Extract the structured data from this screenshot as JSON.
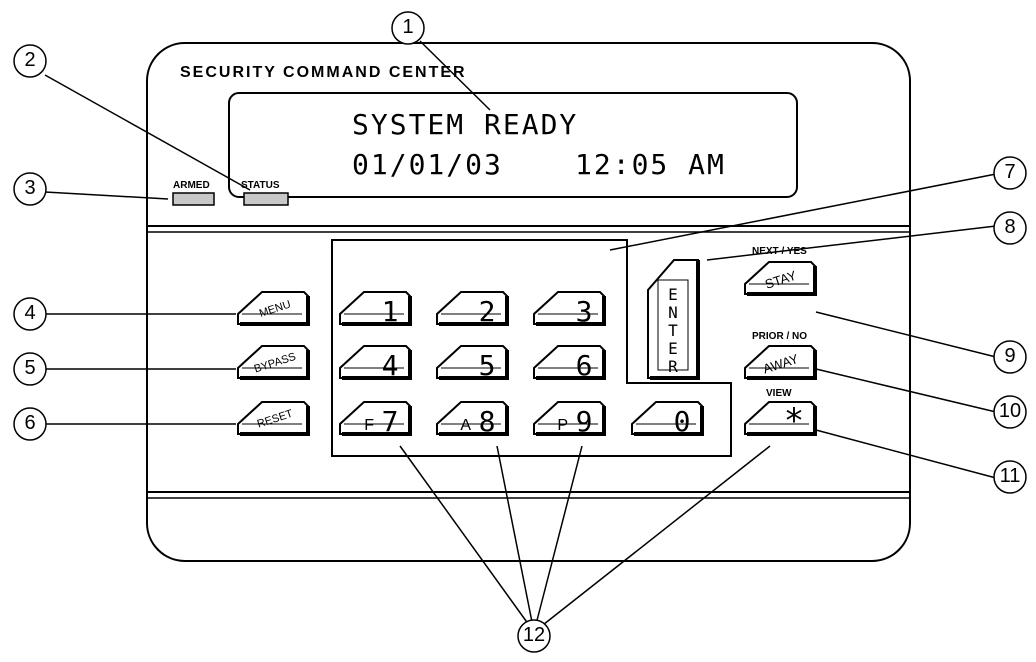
{
  "brand": "SECURITY COMMAND CENTER",
  "display": {
    "line1": "SYSTEM READY",
    "line2_date": "01/01/03",
    "line2_time": "12:05 AM"
  },
  "indicators": {
    "armed": "ARMED",
    "status": "STATUS"
  },
  "function_keys": {
    "menu": "MENU",
    "bypass": "BYPASS",
    "reset": "RESET"
  },
  "digit_keys": [
    "1",
    "2",
    "3",
    "4",
    "5",
    "6",
    "7",
    "8",
    "9",
    "0"
  ],
  "digit_prefixes": {
    "7": "F",
    "8": "A",
    "9": "P"
  },
  "enter_key": "ENTER",
  "side_keys": {
    "stay": {
      "label": "STAY",
      "caption": "NEXT / YES"
    },
    "away": {
      "label": "AWAY",
      "caption": "PRIOR / NO"
    },
    "star": {
      "label": "*",
      "caption": "VIEW"
    }
  },
  "callouts": [
    "1",
    "2",
    "3",
    "4",
    "5",
    "6",
    "7",
    "8",
    "9",
    "10",
    "11",
    "12"
  ]
}
